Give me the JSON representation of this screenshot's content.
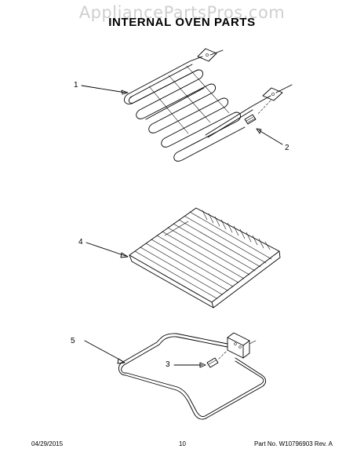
{
  "watermark": "AppliancePartsPros.com",
  "title": "INTERNAL OVEN PARTS",
  "callouts": [
    {
      "label": "1"
    },
    {
      "label": "2"
    },
    {
      "label": "3"
    },
    {
      "label": "4"
    },
    {
      "label": "5"
    }
  ],
  "footer": {
    "date": "04/29/2015",
    "page": "10",
    "part_number": "Part No. W10796903  Rev. A"
  }
}
